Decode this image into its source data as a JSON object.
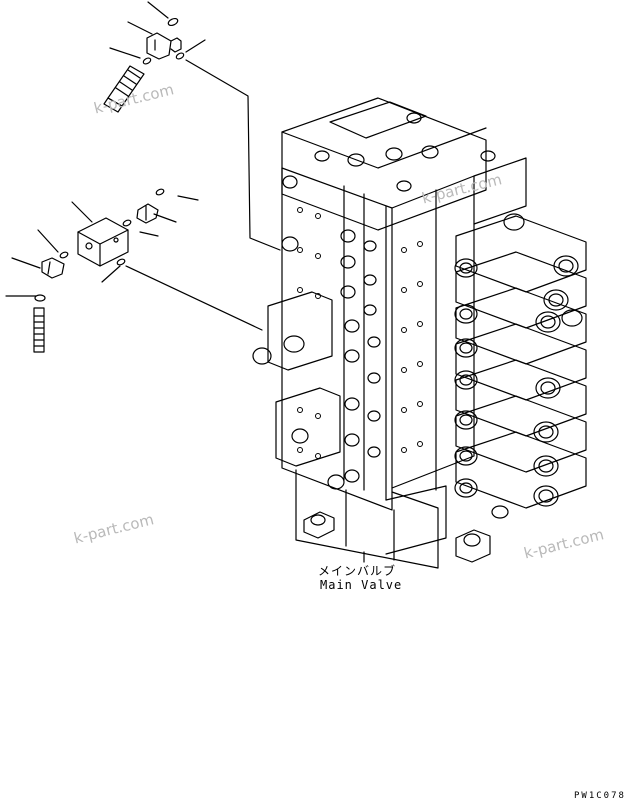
{
  "caption": {
    "japanese": "メインバルブ",
    "english": "Main Valve"
  },
  "drawing_code": "PW1C078",
  "watermark": {
    "text": "k-part.com",
    "color": "#b9b9b9"
  },
  "colors": {
    "line": "#000000",
    "background": "#ffffff"
  }
}
